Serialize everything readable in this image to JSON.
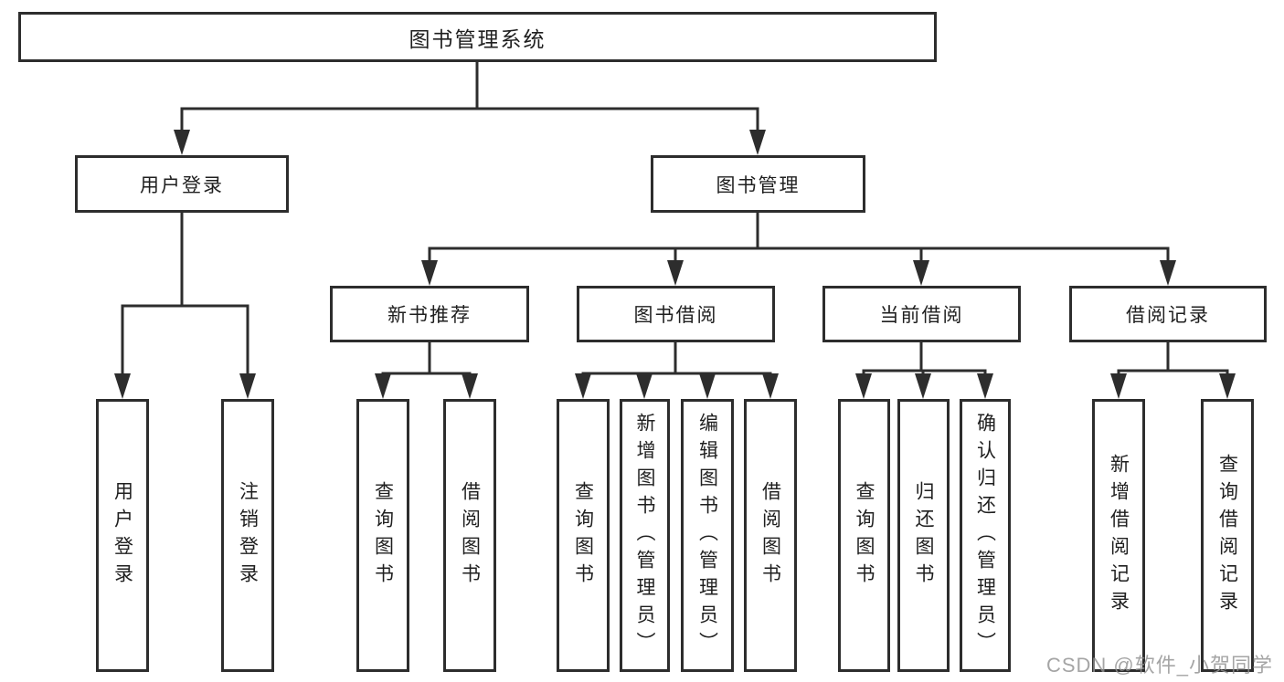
{
  "diagram": {
    "root": {
      "label": "图书管理系统"
    },
    "user_login": {
      "label": "用户登录",
      "children": [
        {
          "label": "用户登录"
        },
        {
          "label": "注销登录"
        }
      ]
    },
    "book_mgmt": {
      "label": "图书管理",
      "sections": [
        {
          "label": "新书推荐",
          "children": [
            {
              "label": "查询图书"
            },
            {
              "label": "借阅图书"
            }
          ]
        },
        {
          "label": "图书借阅",
          "children": [
            {
              "label": "查询图书"
            },
            {
              "label": "新增图书（管理员）"
            },
            {
              "label": "编辑图书（管理员）"
            },
            {
              "label": "借阅图书"
            }
          ]
        },
        {
          "label": "当前借阅",
          "children": [
            {
              "label": "查询图书"
            },
            {
              "label": "归还图书"
            },
            {
              "label": "确认归还（管理员）"
            }
          ]
        },
        {
          "label": "借阅记录",
          "children": [
            {
              "label": "新增借阅记录"
            },
            {
              "label": "查询借阅记录"
            }
          ]
        }
      ]
    }
  },
  "watermark": "CSDN @软件_小贺同学",
  "colors": {
    "line": "#2d2d2d",
    "text": "#1f1f1f",
    "background": "#ffffff",
    "watermark": "#919191"
  }
}
